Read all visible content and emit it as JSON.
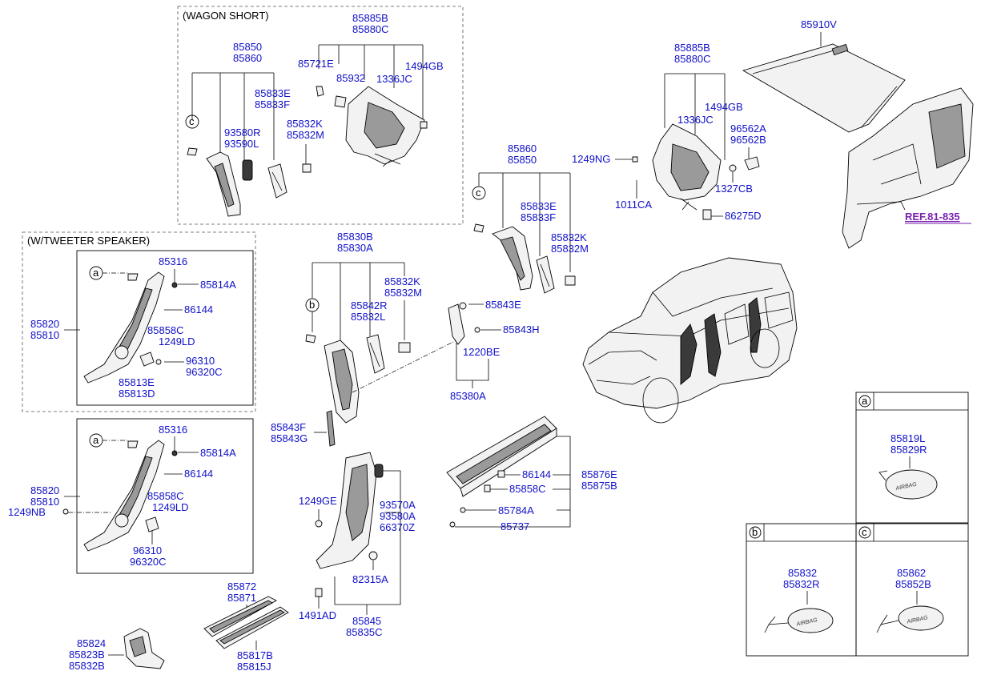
{
  "groups": {
    "wagon_short": "(WAGON SHORT)",
    "tweeter": "(W/TWEETER SPEAKER)",
    "ref": "REF.81-835"
  },
  "callouts": {
    "a": "a",
    "b": "b",
    "c": "c"
  },
  "labels": {
    "p85885B_1": "85885B",
    "p85880C_1": "85880C",
    "p85850_1": "85850",
    "p85860_1": "85860",
    "p85721E": "85721E",
    "p85932": "85932",
    "p1336JC_1": "1336JC",
    "p1494GB_1": "1494GB",
    "p85833E_1": "85833E",
    "p85833F_1": "85833F",
    "p93580R": "93580R",
    "p93590L": "93590L",
    "p85832K_1": "85832K",
    "p85832M_1": "85832M",
    "p85910V": "85910V",
    "p85885B_2": "85885B",
    "p85880C_2": "85880C",
    "p1494GB_2": "1494GB",
    "p1336JC_2": "1336JC",
    "p96562A": "96562A",
    "p96562B": "96562B",
    "p1249NG": "1249NG",
    "p1327CB": "1327CB",
    "p1011CA": "1011CA",
    "p86275D": "86275D",
    "p85860_2": "85860",
    "p85850_2": "85850",
    "p85833E_2": "85833E",
    "p85833F_2": "85833F",
    "p85832K_2": "85832K",
    "p85832M_2": "85832M",
    "p85316_1": "85316",
    "p85814A_1": "85814A",
    "p86144_1": "86144",
    "p85858C_1": "85858C",
    "p1249LD_1": "1249LD",
    "p96310_1": "96310",
    "p96320C_1": "96320C",
    "p85813E": "85813E",
    "p85813D": "85813D",
    "p85820_1": "85820",
    "p85810_1": "85810",
    "p85830B": "85830B",
    "p85830A": "85830A",
    "p85832K_3": "85832K",
    "p85832M_3": "85832M",
    "p85842R": "85842R",
    "p85832L": "85832L",
    "p85843E": "85843E",
    "p85843H": "85843H",
    "p1220BE": "1220BE",
    "p85380A": "85380A",
    "p85843F": "85843F",
    "p85843G": "85843G",
    "p85316_2": "85316",
    "p85814A_2": "85814A",
    "p86144_2": "86144",
    "p85858C_2": "85858C",
    "p1249LD_2": "1249LD",
    "p96310_2": "96310",
    "p96320C_2": "96320C",
    "p85820_2": "85820",
    "p85810_2": "85810",
    "p1249NB": "1249NB",
    "p1249GE": "1249GE",
    "p93570A": "93570A",
    "p93580A": "93580A",
    "p66370Z": "66370Z",
    "p82315A": "82315A",
    "p1491AD": "1491AD",
    "p85845": "85845",
    "p85835C": "85835C",
    "p86144_3": "86144",
    "p85858C_3": "85858C",
    "p85876E": "85876E",
    "p85875B": "85875B",
    "p85784A": "85784A",
    "p85737": "85737",
    "p85872": "85872",
    "p85871": "85871",
    "p85817B": "85817B",
    "p85815J": "85815J",
    "p85824": "85824",
    "p85823B": "85823B",
    "p85832B": "85832B",
    "p85819L": "85819L",
    "p85829R": "85829R",
    "p85832": "85832",
    "p85832R": "85832R",
    "p85862": "85862",
    "p85852B": "85852B"
  },
  "airbag_text": "AIRBAG"
}
